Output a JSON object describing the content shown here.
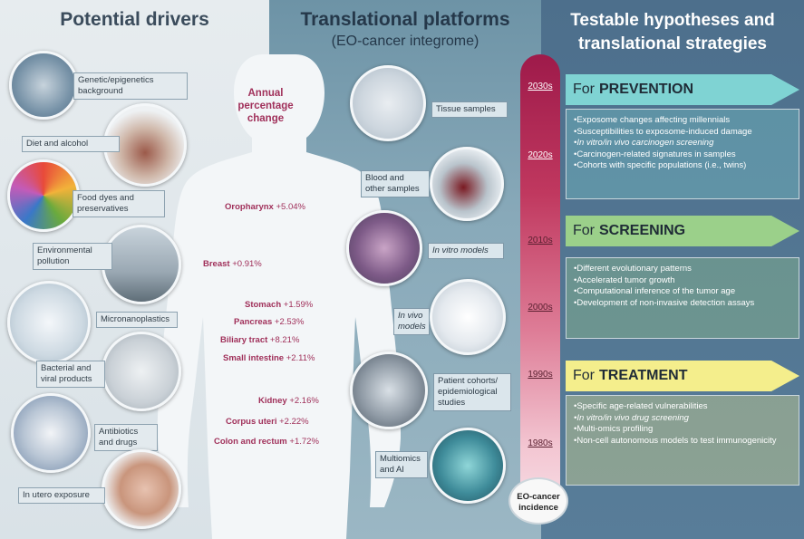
{
  "headers": {
    "drivers": "Potential drivers",
    "platforms": "Translational platforms",
    "platforms_sub": "(EO-cancer integrome)",
    "hypotheses": "Testable hypotheses and translational strategies"
  },
  "drivers": [
    "Genetic/epigenetics background",
    "Diet and alcohol",
    "Food dyes and preservatives",
    "Environmental pollution",
    "Micronanoplastics",
    "Bacterial and viral products",
    "Antibiotics and drugs",
    "In utero exposure"
  ],
  "aapc_title": "Annual percentage change",
  "sites": [
    {
      "name": "Oropharynx",
      "value": "+5.04%"
    },
    {
      "name": "Breast",
      "value": "+0.91%"
    },
    {
      "name": "Stomach",
      "value": "+1.59%"
    },
    {
      "name": "Pancreas",
      "value": "+2.53%"
    },
    {
      "name": "Biliary tract",
      "value": "+8.21%"
    },
    {
      "name": "Small intestine",
      "value": "+2.11%"
    },
    {
      "name": "Kidney",
      "value": "+2.16%"
    },
    {
      "name": "Corpus uteri",
      "value": "+2.22%"
    },
    {
      "name": "Colon and rectum",
      "value": "+1.72%"
    }
  ],
  "platforms": [
    "Tissue samples",
    "Blood and other samples",
    "In vitro models",
    "In vivo models",
    "Patient cohorts/ epidemiological studies",
    "Multiomics and AI"
  ],
  "decades": [
    "2030s",
    "2020s",
    "2010s",
    "2000s",
    "1990s",
    "1980s"
  ],
  "timeline_label": "EO-cancer incidence",
  "strategies": [
    {
      "prefix": "For",
      "name": "PREVENTION",
      "color": "#7fd3d3",
      "items": [
        "Exposome changes affecting millennials",
        "Susceptibilities to exposome-induced damage",
        "In vitro/in vivo carcinogen screening",
        "Carcinogen-related signatures in samples",
        "Cohorts with specific populations (i.e., twins)"
      ]
    },
    {
      "prefix": "For",
      "name": "SCREENING",
      "color": "#9bd08a",
      "items": [
        "Different evolutionary patterns",
        "Accelerated tumor growth",
        "Computational inference of the tumor age",
        "Development of non-invasive detection assays"
      ]
    },
    {
      "prefix": "For",
      "name": "TREATMENT",
      "color": "#f4ee8c",
      "items": [
        "Specific age-related vulnerabilities",
        "In vitro/in vivo drug screening",
        "Multi-omics profiling",
        "Non-cell autonomous models to test immunogenicity"
      ]
    }
  ]
}
